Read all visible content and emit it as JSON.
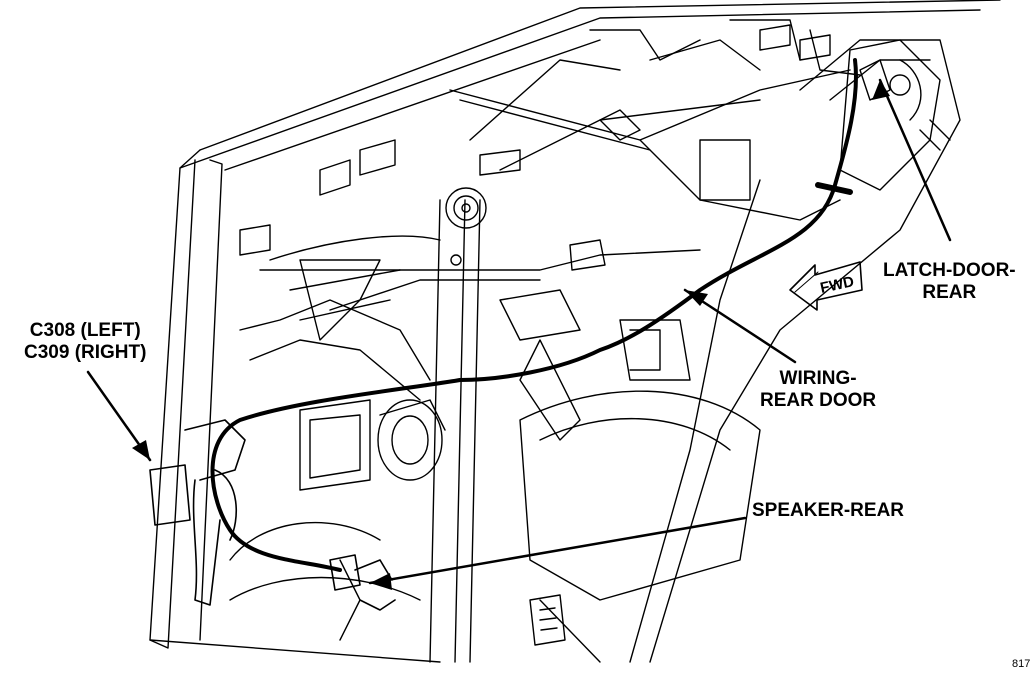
{
  "callouts": {
    "latch_line1": "LATCH-DOOR-",
    "latch_line2": "REAR",
    "connector_line1": "C308 (LEFT)",
    "connector_line2": "C309 (RIGHT)",
    "wiring_line1": "WIRING-",
    "wiring_line2": "REAR DOOR",
    "speaker": "SPEAKER-REAR"
  },
  "direction_arrow": {
    "label": "FWD"
  },
  "figure_number": "817",
  "colors": {
    "line": "#000000",
    "background": "#ffffff"
  }
}
